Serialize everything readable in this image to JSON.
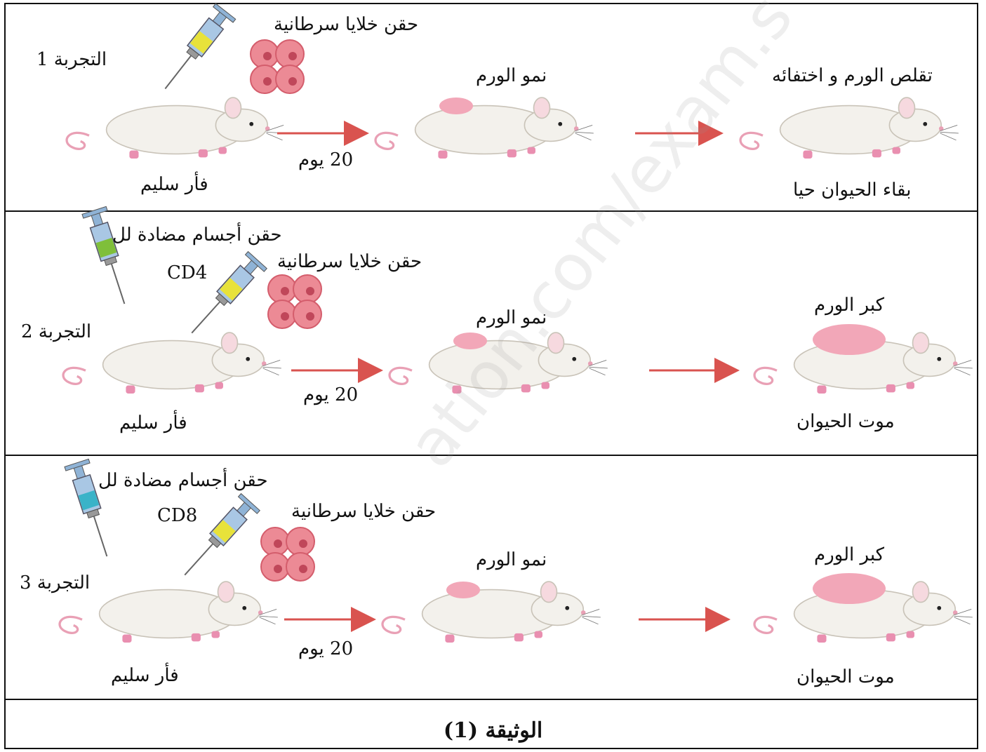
{
  "experiments": [
    {
      "label": "التجربة 1",
      "inject_cells": "حقن خلايا سرطانية",
      "inject_antibody": "",
      "antibody_target": "",
      "start_label": "فأر سليم",
      "days": "20 يوم",
      "middle_label": "نمو الورم",
      "end_top": "تقلص الورم و اختفائه",
      "end_bottom": "بقاء الحيوان حيا",
      "end_tumor": "none",
      "syringe_colors": [
        "#e8e23a"
      ]
    },
    {
      "label": "التجربة 2",
      "inject_cells": "حقن خلايا سرطانية",
      "inject_antibody": "حقن أجسام مضادة لل",
      "antibody_target": "CD4",
      "start_label": "فأر سليم",
      "days": "20 يوم",
      "middle_label": "نمو الورم",
      "end_top": "كبر الورم",
      "end_bottom": "موت الحيوان",
      "end_tumor": "large",
      "syringe_colors": [
        "#7fbf3a",
        "#e8e23a"
      ]
    },
    {
      "label": "التجربة 3",
      "inject_cells": "حقن خلايا سرطانية",
      "inject_antibody": "حقن أجسام مضادة لل",
      "antibody_target": "CD8",
      "start_label": "فأر سليم",
      "days": "20 يوم",
      "middle_label": "نمو الورم",
      "end_top": "كبر الورم",
      "end_bottom": "موت الحيوان",
      "end_tumor": "large",
      "syringe_colors": [
        "#3ab3c8",
        "#e8e23a"
      ]
    }
  ],
  "caption": "الوثيقة (1)",
  "watermark": "ation.com/exam.s",
  "colors": {
    "arrow": "#d9534f",
    "mouse_body": "#f3f1ec",
    "tumor": "#f2a7b8",
    "cell": "#ec8a95",
    "syringe_barrel": "#a9c7e4"
  }
}
